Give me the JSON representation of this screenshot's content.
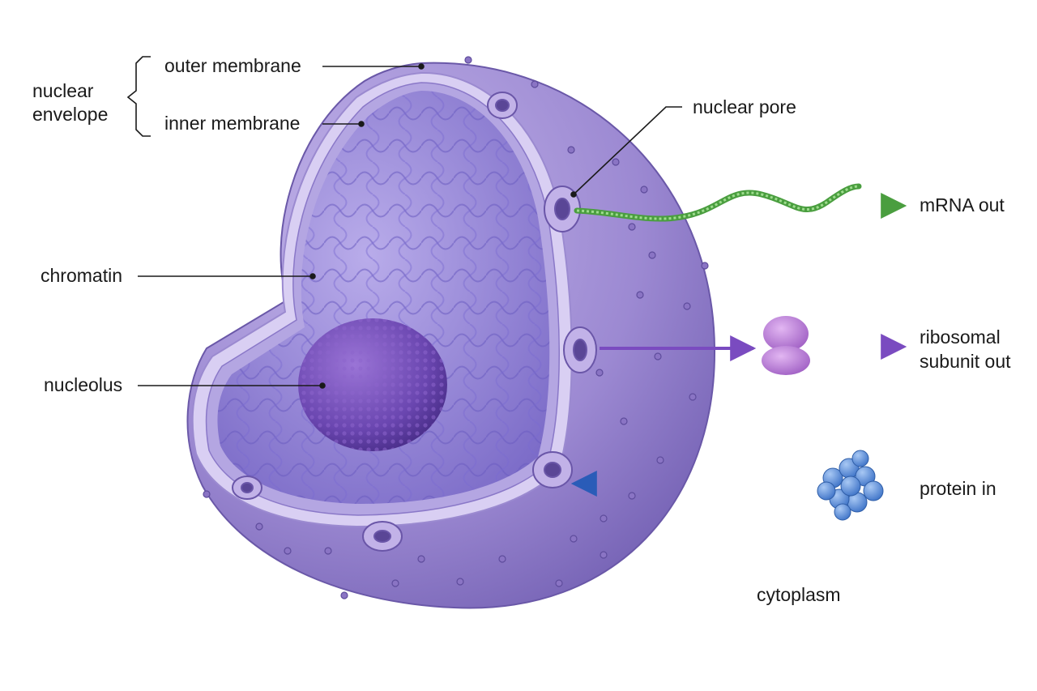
{
  "labels": {
    "nuclear_envelope_line1": "nuclear",
    "nuclear_envelope_line2": "envelope",
    "outer_membrane": "outer membrane",
    "inner_membrane": "inner membrane",
    "chromatin": "chromatin",
    "nucleolus": "nucleolus",
    "nuclear_pore": "nuclear pore",
    "mrna_out": "mRNA out",
    "ribosomal_line1": "ribosomal",
    "ribosomal_line2": "subunit out",
    "protein_in": "protein in",
    "cytoplasm": "cytoplasm"
  },
  "colors": {
    "nucleus_shell": "#9b88d0",
    "nucleus_interior": "#8f7fd0",
    "nucleolus": "#6a46b0",
    "mrna": "#4a9e3f",
    "ribosome": "#a866c8",
    "protein": "#4a7fd0",
    "arrow_mrna": "#4a9e3f",
    "arrow_ribosome": "#7a4bc0",
    "arrow_protein": "#2a5cb8"
  }
}
